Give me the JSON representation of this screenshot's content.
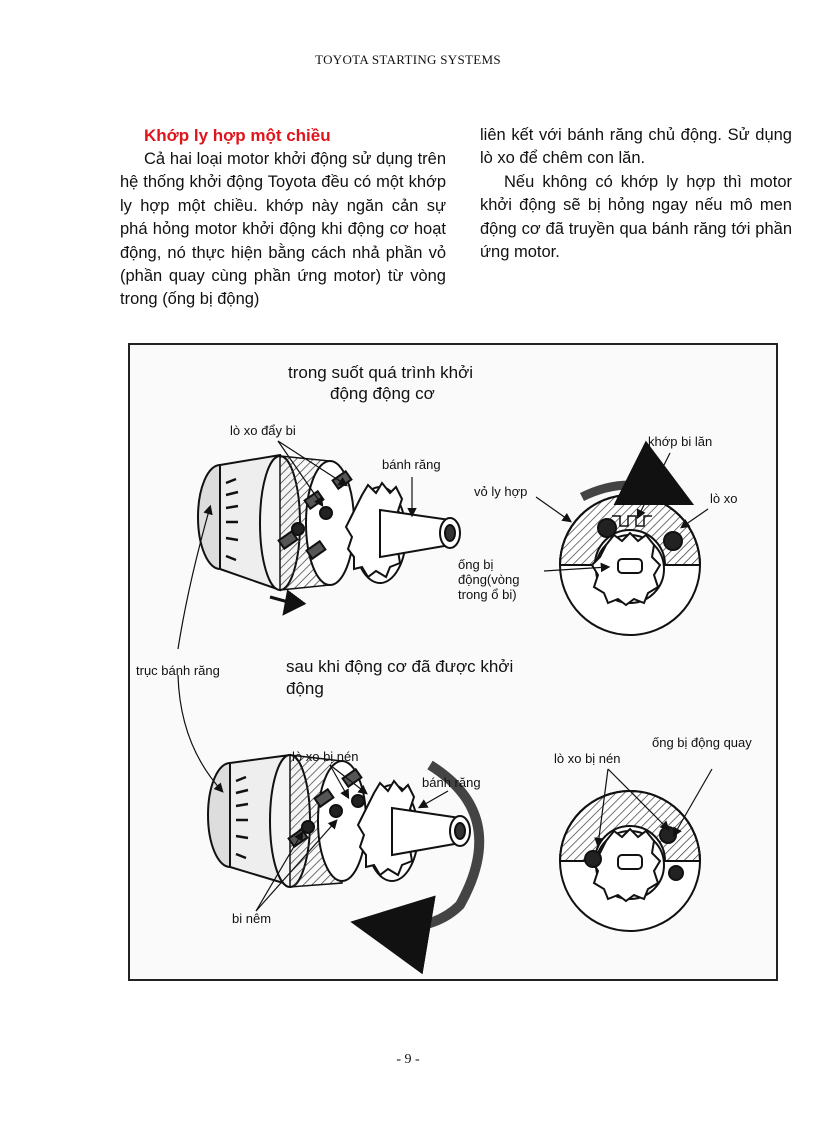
{
  "header": "TOYOTA STARTING SYSTEMS",
  "section_title": "Khớp ly hợp một chiều",
  "left_paragraph": "Cả hai loại motor khởi động sử dụng trên hệ thống khởi động Toyota đều có một khớp ly hợp một chiều. khớp này ngăn cản sự phá hỏng motor khởi động khi động cơ hoạt động, nó thực hiện bằng cách nhả phần vỏ (phần quay cùng phần ứng motor) từ vòng trong (ống bị động)",
  "right_paragraph_1": "liên kết với bánh răng chủ động. Sử dụng lò xo để chêm con lăn.",
  "right_paragraph_2": "Nếu không có khớp ly hợp thì motor khởi động sẽ bị hỏng ngay nếu mô men động cơ đã truyền qua bánh răng tới phần ứng motor.",
  "figure": {
    "top_caption_1": "trong suốt quá trình khởi",
    "top_caption_2": "động động cơ",
    "bottom_caption_1": "sau khi động cơ đã được khởi",
    "bottom_caption_2": "động",
    "label_lo_xo_day_bi": "lò xo đẩy bi",
    "label_banh_rang_top": "bánh răng",
    "label_khop_bi_lan": "khớp bi lăn",
    "label_vo_ly_hop": "vỏ ly hợp",
    "label_lo_xo": "lò xo",
    "label_ong_bi_dong_1": "ống bị",
    "label_ong_bi_dong_2": "động(vòng",
    "label_ong_bi_dong_3": "trong ổ bi)",
    "label_truc_banh_rang": "trục bánh răng",
    "label_lo_xo_bi_nen_left": "lò xo bị nén",
    "label_banh_rang_bottom": "bánh răng",
    "label_lo_xo_bi_nen_right": "lò xo bị nén",
    "label_ong_bi_dong_quay": "ống bị động quay",
    "label_bi_nem": "bi nêm"
  },
  "page_number": "- 9 -"
}
